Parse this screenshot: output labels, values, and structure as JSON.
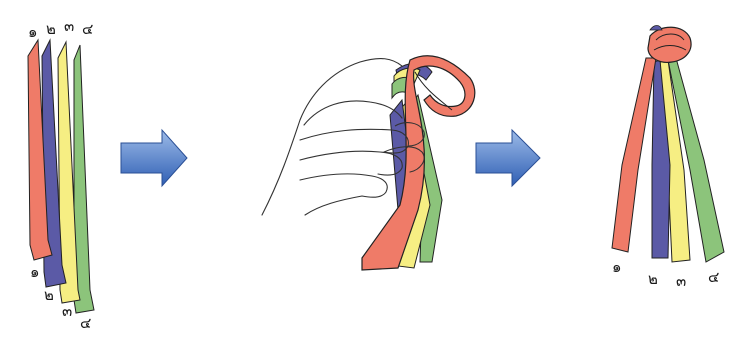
{
  "ribbon_colors": {
    "red": "#ef7b68",
    "blue": "#5b5aa6",
    "yellow": "#f6ee83",
    "green": "#8cc47b",
    "arrow_light": "#8fb0e2",
    "arrow_dark": "#3f6fc0"
  },
  "icons": {
    "arrow_1": "right-arrow-icon",
    "arrow_2": "right-arrow-icon",
    "hand": "hand-holding-ribbons"
  },
  "panel1": {
    "top_labels": [
      "๑",
      "๒",
      "๓",
      "๔"
    ],
    "bottom_labels": [
      "๑",
      "๒",
      "๓",
      "๔"
    ]
  },
  "panel3": {
    "bottom_labels": [
      "๑",
      "๒",
      "๓",
      "๔"
    ]
  }
}
